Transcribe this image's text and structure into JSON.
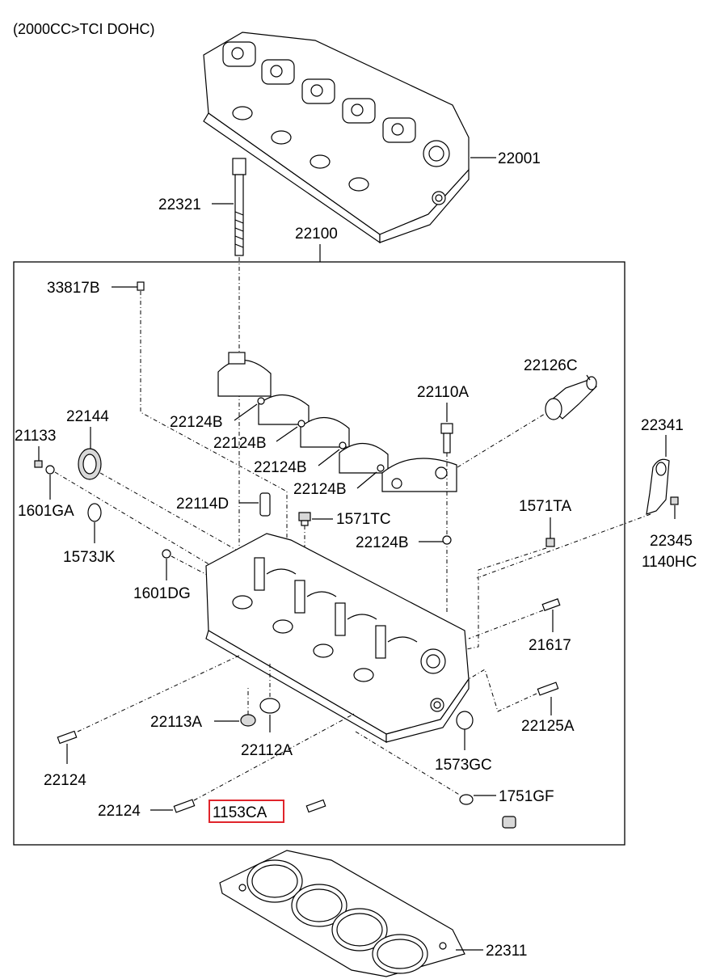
{
  "header": {
    "engine_spec": "(2000CC>TCI DOHC)"
  },
  "assembly_label": "22100",
  "highlighted_part": "1153CA",
  "callouts": {
    "p22001": "22001",
    "p22321": "22321",
    "p22100": "22100",
    "p33817B": "33817B",
    "p22126C": "22126C",
    "p22144": "22144",
    "p21133": "21133",
    "p22110A": "22110A",
    "p22124B_1": "22124B",
    "p22124B_2": "22124B",
    "p22124B_3": "22124B",
    "p22124B_4": "22124B",
    "p22124B_5": "22124B",
    "p22341": "22341",
    "p1601GA": "1601GA",
    "p22114D": "22114D",
    "p1571TC": "1571TC",
    "p1571TA": "1571TA",
    "p1573JK": "1573JK",
    "p22345": "22345",
    "p1140HC": "1140HC",
    "p1601DG": "1601DG",
    "p21617": "21617",
    "p22113A": "22113A",
    "p22125A": "22125A",
    "p22112A": "22112A",
    "p22124_1": "22124",
    "p1573GC": "1573GC",
    "p22124_2": "22124",
    "p1153CA": "1153CA",
    "p1751GF": "1751GF",
    "p22311": "22311"
  },
  "colors": {
    "line": "#000000",
    "highlight": "#e0242b",
    "background": "#ffffff"
  }
}
